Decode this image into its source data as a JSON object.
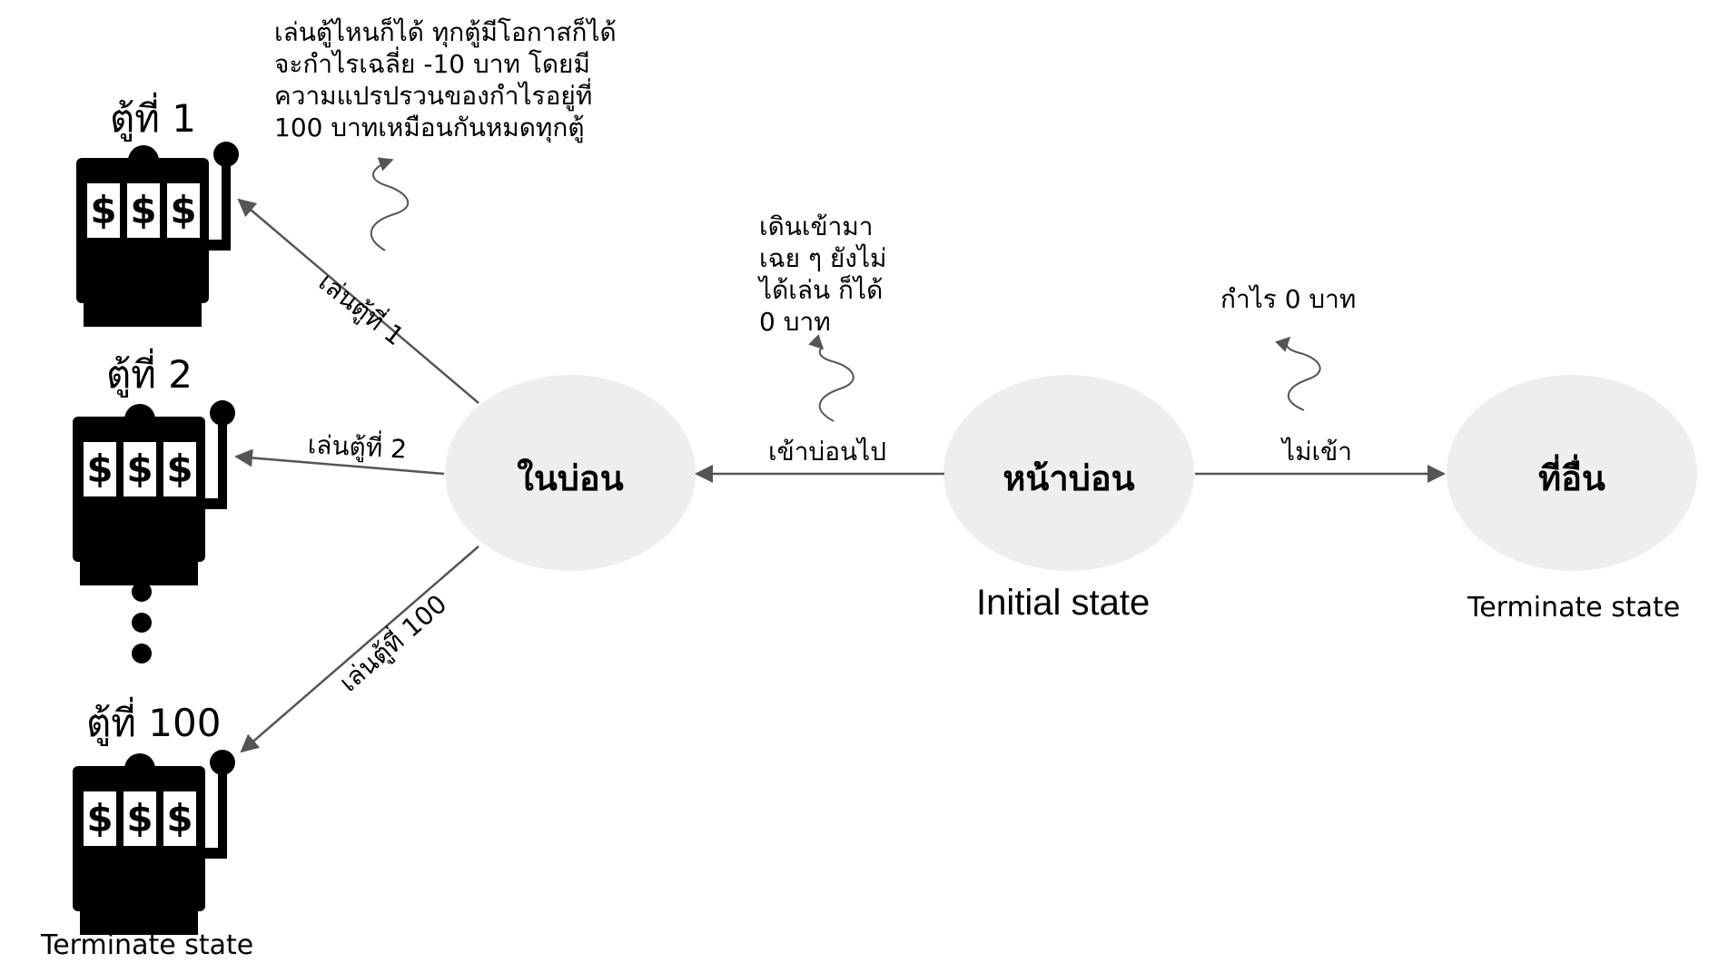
{
  "colors": {
    "node_fill": "#eeeeee",
    "edge_stroke": "#555555",
    "machine_fill": "#000000",
    "reel_fill": "#ffffff"
  },
  "machines": [
    {
      "label": "ตู้ที่ 1",
      "reels": [
        "$",
        "$",
        "$"
      ]
    },
    {
      "label": "ตู้ที่ 2",
      "reels": [
        "$",
        "$",
        "$"
      ]
    },
    {
      "label": "ตู้ที่ 100",
      "reels": [
        "$",
        "$",
        "$"
      ]
    }
  ],
  "machines_caption": "Terminate state",
  "notes": {
    "machines": [
      "เล่นตู้ไหนก็ได้ ทุกตู้มีโอกาสก็ได้",
      "จะกำไรเฉลี่ย -10 บาท โดยมี",
      "ความแปรปรวนของกำไรอยู่ที่",
      "100 บาทเหมือนกันหมดทุกตู้"
    ],
    "enter": [
      "เดินเข้ามา",
      "เฉย ๆ ยังไม่",
      "ได้เล่น ก็ได้",
      "0 บาท"
    ],
    "leave": [
      "กำไร 0 บาท"
    ]
  },
  "states": {
    "inside": {
      "label": "ในบ่อน"
    },
    "front": {
      "label": "หน้าบ่อน",
      "caption": "Initial state"
    },
    "elsewhere": {
      "label": "ที่อื่น",
      "caption": "Terminate state"
    }
  },
  "edges": {
    "play1": "เล่นตู้ที่ 1",
    "play2": "เล่นตู้ที่ 2",
    "play100": "เล่นตู้ที่ 100",
    "enter": "เข้าบ่อนไป",
    "leave": "ไม่เข้า"
  }
}
